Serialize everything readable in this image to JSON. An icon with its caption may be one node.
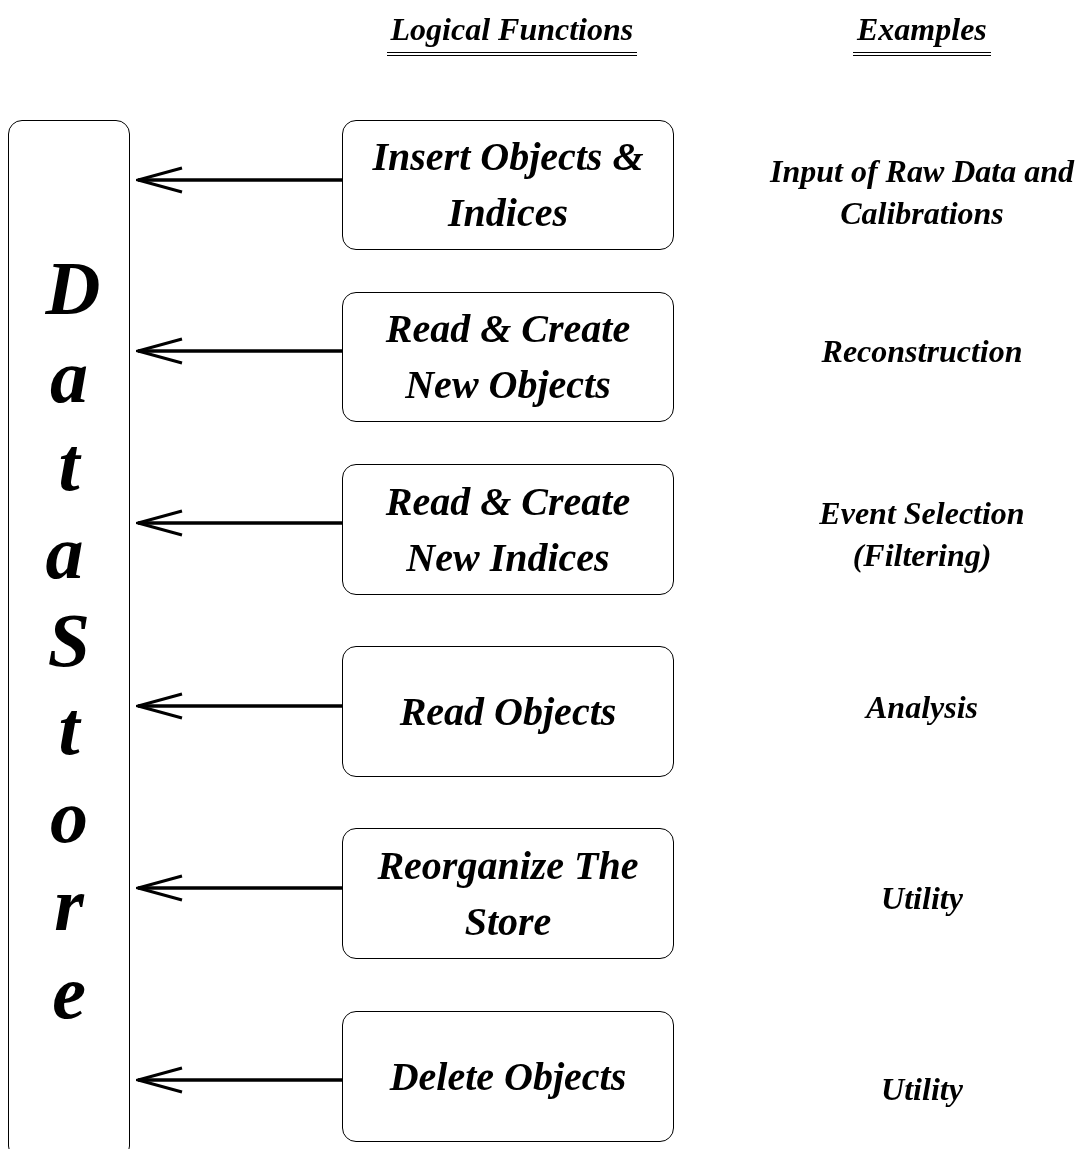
{
  "diagram": {
    "nodes": [
      {
        "text": [
          "Data Store"
        ]
      },
      {
        "text": [
          "Insert Objects & Indices"
        ]
      },
      {
        "text": [
          "Read & Create New Objects"
        ]
      },
      {
        "text": [
          "Read & Create New Indices"
        ]
      },
      {
        "text": [
          "Read Objects"
        ]
      },
      {
        "text": [
          "Reorganize The Store"
        ]
      },
      {
        "text": [
          "Delete Objects"
        ]
      }
    ],
    "edges": [
      {
        "from": 1,
        "to": 0,
        "arrow": "to"
      },
      {
        "from": 2,
        "to": 0,
        "arrow": "to"
      },
      {
        "from": 3,
        "to": 0,
        "arrow": "to"
      },
      {
        "from": 4,
        "to": 0,
        "arrow": "to"
      },
      {
        "from": 5,
        "to": 0,
        "arrow": "to"
      },
      {
        "from": 6,
        "to": 0,
        "arrow": "to"
      }
    ],
    "labels": [
      "Logical Functions",
      "Examples",
      "Input of Raw Data and Calibrations",
      "Reconstruction",
      "Event Selection (Filtering)",
      "Analysis",
      "Utility",
      "Utility"
    ]
  }
}
